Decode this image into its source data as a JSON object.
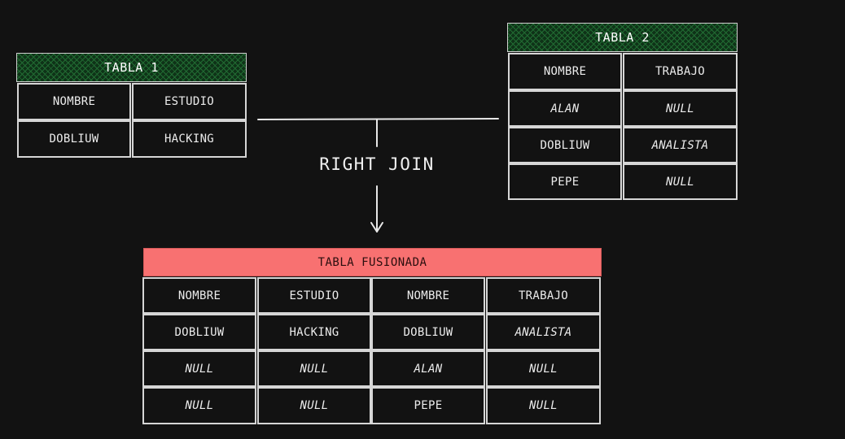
{
  "tabla1": {
    "title": "TABLA 1",
    "columns": [
      "NOMBRE",
      "ESTUDIO"
    ],
    "rows": [
      [
        "DOBLIUW",
        "HACKING"
      ]
    ]
  },
  "tabla2": {
    "title": "TABLA 2",
    "columns": [
      "NOMBRE",
      "TRABAJO"
    ],
    "rows": [
      [
        "ALAN",
        "NULL"
      ],
      [
        "DOBLIUW",
        "ANALISTA"
      ],
      [
        "PEPE",
        "NULL"
      ]
    ]
  },
  "join": {
    "label": "RIGHT JOIN"
  },
  "merged": {
    "title": "TABLA FUSIONADA",
    "columns": [
      "NOMBRE",
      "ESTUDIO",
      "NOMBRE",
      "TRABAJO"
    ],
    "rows": [
      [
        "DOBLIUW",
        "HACKING",
        "DOBLIUW",
        "ANALISTA"
      ],
      [
        "NULL",
        "NULL",
        "ALAN",
        "NULL"
      ],
      [
        "NULL",
        "NULL",
        "PEPE",
        "NULL"
      ]
    ]
  },
  "colors": {
    "background": "#121212",
    "header_hatch": "#226e34",
    "merged_header": "#f87171",
    "line": "#e8e8e8"
  }
}
